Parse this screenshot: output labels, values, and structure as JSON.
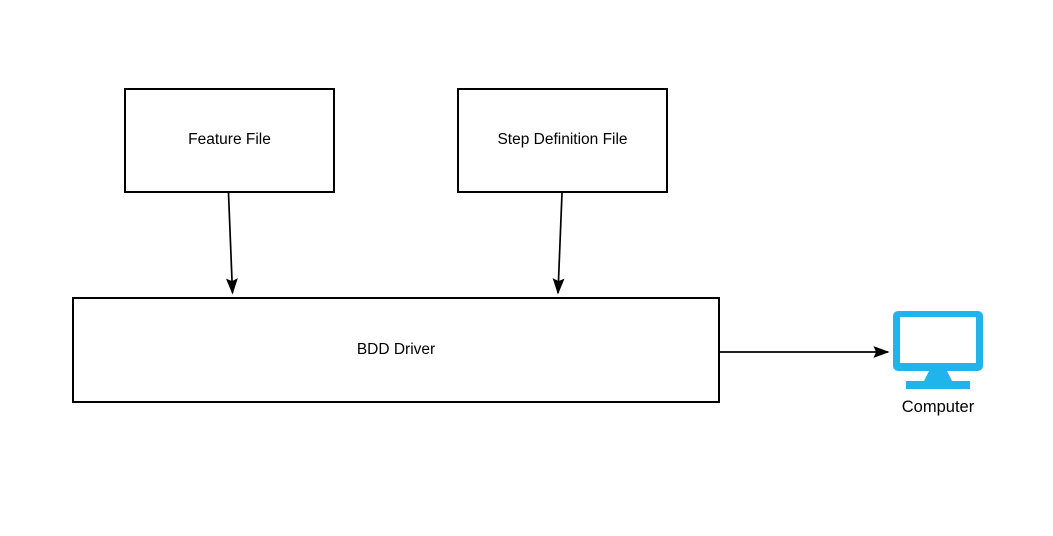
{
  "diagram": {
    "colors": {
      "background": "#ffffff",
      "node_stroke": "#000000",
      "node_fill": "#ffffff",
      "connector_stroke": "#000000",
      "text": "#000000",
      "computer_icon_accent": "#1fb5ec"
    },
    "nodes": {
      "feature_file": {
        "label": "Feature File"
      },
      "step_definition_file": {
        "label": "Step Definition File"
      },
      "bdd_driver": {
        "label": "BDD Driver"
      },
      "computer": {
        "label": "Computer",
        "icon": "monitor-icon"
      }
    },
    "connectors": [
      {
        "from": "feature_file",
        "to": "bdd_driver",
        "style": "arrow"
      },
      {
        "from": "step_definition_file",
        "to": "bdd_driver",
        "style": "arrow"
      },
      {
        "from": "bdd_driver",
        "to": "computer",
        "style": "arrow"
      }
    ]
  }
}
